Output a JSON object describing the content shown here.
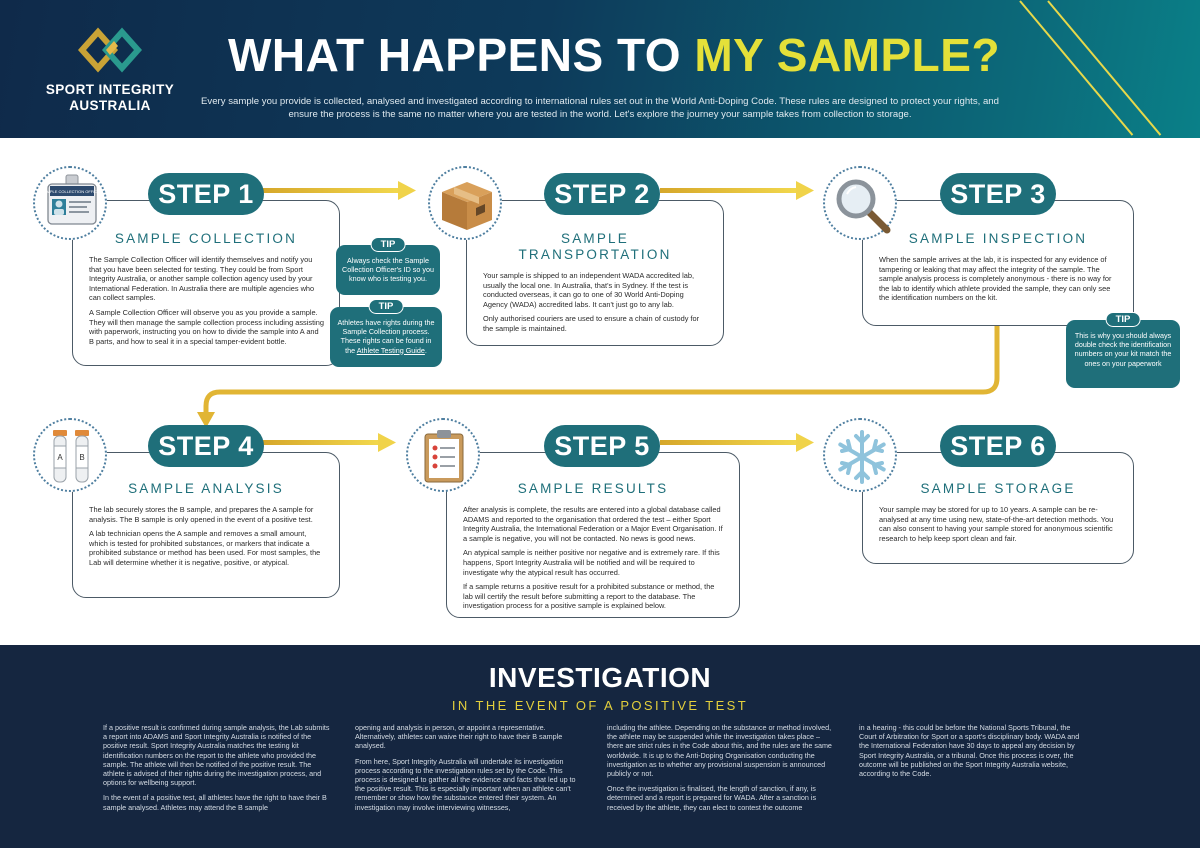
{
  "brand": {
    "line1": "SPORT INTEGRITY",
    "line2": "AUSTRALIA",
    "colors": {
      "navy": "#0f2a4a",
      "teal": "#1f6f7a",
      "yellow": "#e4e039",
      "gold": "#e2b534"
    }
  },
  "header": {
    "title_part1": "WHAT HAPPENS TO ",
    "title_part2": "MY SAMPLE?",
    "intro": "Every sample you provide is collected, analysed and investigated according to international rules set out in the World Anti-Doping Code. These rules are designed to protect your rights, and ensure the process is the same no matter where you are tested in the world. Let's explore the journey your sample takes from collection to storage."
  },
  "steps": [
    {
      "label": "STEP 1",
      "heading": "SAMPLE COLLECTION",
      "icon": "id-card-icon",
      "id_card_text": "SAMPLE COLLECTION OFFICER",
      "paragraphs": [
        "The Sample Collection Officer will identify themselves and notify you that you have been selected for testing. They could be from Sport Integrity Australia, or another sample collection agency used by your International Federation. In Australia there are multiple agencies who can collect samples.",
        "A Sample Collection Officer will observe you as you provide a sample. They will then manage the sample collection process including assisting with paperwork, instructing you on how to divide the sample into A and B parts, and how to seal it in a special tamper-evident bottle."
      ]
    },
    {
      "label": "STEP 2",
      "heading": "SAMPLE TRANSPORTATION",
      "heading_line1": "SAMPLE",
      "heading_line2": "TRANSPORTATION",
      "icon": "box-icon",
      "paragraphs": [
        "Your sample is shipped to an independent WADA accredited lab, usually the local one. In Australia, that's in Sydney. If the test is conducted overseas, it can go to one of 30 World Anti-Doping Agency (WADA) accredited labs. It can't just go to any lab.",
        "Only authorised couriers are used to ensure a chain of custody for the sample is maintained."
      ]
    },
    {
      "label": "STEP 3",
      "heading": "SAMPLE INSPECTION",
      "icon": "magnifier-icon",
      "paragraphs": [
        "When the sample arrives at the lab, it is inspected for any evidence of tampering or leaking that may affect the integrity of the sample. The sample analysis process is completely anonymous - there is no way for the lab to identify which athlete provided the sample, they can only see the identification numbers on the kit."
      ]
    },
    {
      "label": "STEP 4",
      "heading": "SAMPLE ANALYSIS",
      "icon": "test-tubes-icon",
      "tube_labels": [
        "A",
        "B"
      ],
      "paragraphs": [
        "The lab securely stores the B sample, and prepares the A sample for analysis. The B sample is only opened in the event of a positive test.",
        "A lab technician opens the A sample and removes a small amount, which is tested for prohibited substances, or markers that indicate a prohibited substance or method has been used. For most samples, the Lab will determine whether it is negative, positive, or atypical."
      ]
    },
    {
      "label": "STEP 5",
      "heading": "SAMPLE RESULTS",
      "icon": "clipboard-icon",
      "paragraphs": [
        "After analysis is complete, the results are entered into a global database called ADAMS and reported to the organisation that ordered the test – either Sport Integrity Australia, the International Federation or a Major Event Organisation. If a sample is negative, you will not be contacted. No news is good news.",
        "An atypical sample is neither positive nor negative and is extremely rare. If this happens, Sport Integrity Australia will be notified and will be required to investigate why the atypical result has occurred.",
        "If a sample returns a positive result for a prohibited substance or method, the lab will certify the result before submitting a report to the database. The investigation process for a positive sample is explained below."
      ]
    },
    {
      "label": "STEP 6",
      "heading": "SAMPLE STORAGE",
      "icon": "snowflake-icon",
      "paragraphs": [
        "Your sample may be stored for up to 10 years. A sample can be re-analysed at any time using new, state-of-the-art detection methods. You can also consent to having your sample stored for anonymous scientific research to help keep sport clean and fair."
      ]
    }
  ],
  "tips": [
    {
      "label": "TIP",
      "text": "Always check the Sample Collection Officer's ID so you know who is testing you."
    },
    {
      "label": "TIP",
      "text": "Athletes have rights during the Sample Collection process. These rights can be found in the ",
      "link": "Athlete Testing Guide",
      "tail": "."
    },
    {
      "label": "TIP",
      "text": "This is why you should always double check the identification numbers on your kit match the ones on your paperwork"
    }
  ],
  "investigation": {
    "title": "INVESTIGATION",
    "subtitle": "IN THE EVENT OF A POSITIVE TEST",
    "columns": [
      [
        "If a positive result is confirmed during sample analysis, the Lab submits a report into ADAMS and Sport Integrity Australia is notified of the positive result. Sport Integrity Australia matches the testing kit identification numbers on the report to the athlete who provided the sample. The athlete will then be notified of the positive result. The athlete is advised of their rights during the investigation process, and options for wellbeing support.",
        "In the event of a positive test, all athletes have the right to have their B sample analysed. Athletes may attend the B sample"
      ],
      [
        "opening and analysis in person, or appoint a representative. Alternatively, athletes can waive their right to have their B sample analysed.",
        "From here, Sport Integrity Australia will undertake its investigation process according to the investigation rules set by the Code. This process is designed to gather all the evidence and facts that led up to the positive result. This is especially important when an athlete can't remember or show how the substance entered their system. An investigation may involve interviewing witnesses,"
      ],
      [
        "including the athlete. Depending on the substance or method involved, the athlete may be suspended while the investigation takes place – there are strict rules in the Code about this, and the rules are the same worldwide. It is up to the Anti-Doping Organisation conducting the investigation as to whether any provisional suspension is announced publicly or not.",
        "Once the investigation is finalised, the length of sanction, if any, is determined and a report is prepared for WADA. After a sanction is received by the athlete, they can elect to contest the outcome"
      ],
      [
        "in a hearing - this could be before the National Sports Tribunal, the Court of Arbitration for Sport or a sport's disciplinary body. WADA and the International Federation have 30 days to appeal any decision by Sport Integrity Australia, or a tribunal. Once this process is over, the outcome will be published on the Sport Integrity Australia website, according to the Code."
      ]
    ]
  }
}
